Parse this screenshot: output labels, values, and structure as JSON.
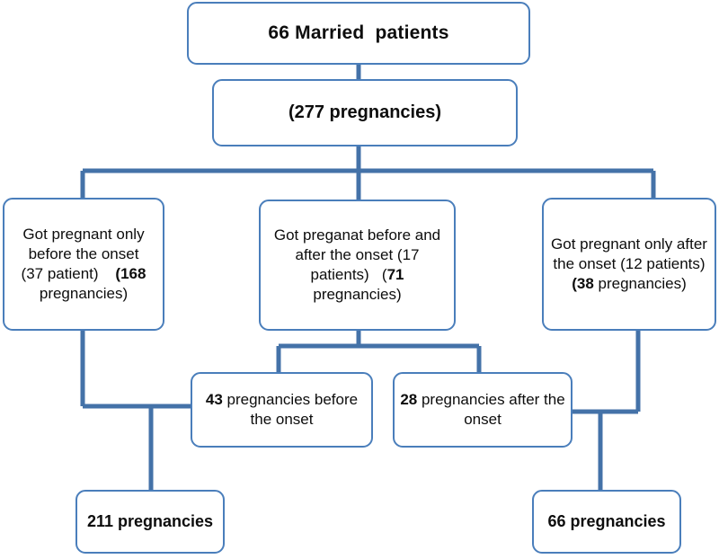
{
  "diagram": {
    "type": "flowchart",
    "title": "Pregnancy outcomes flowchart",
    "colors": {
      "box_border": "#4A7EBB",
      "connector": "#4472A8",
      "box_fill": "#FFFFFF",
      "text": "#0D0D0D"
    },
    "nodes": {
      "root": {
        "label": "66 Married  patients",
        "parts": [
          {
            "text": "66 Married  patients",
            "bold": true
          }
        ]
      },
      "pregnancies_total": {
        "label": "(277 pregnancies)",
        "parts": [
          {
            "text": "(277 pregnancies",
            "bold": true
          },
          {
            "text": ")",
            "bold": false
          }
        ]
      },
      "before_only": {
        "label": "Got pregnant only before the onset        (37 patient)    (168 pregnancies)",
        "parts": [
          {
            "text": "Got pregnant only before the onset        (37 patient)    ",
            "bold": false
          },
          {
            "text": "(168",
            "bold": true
          },
          {
            "text": " pregnancies)",
            "bold": false
          }
        ]
      },
      "before_and_after": {
        "label": "Got preganat before and after the onset (17 patients)   (71 pregnancies)",
        "parts": [
          {
            "text": "Got preganat before and after the onset (17 patients)   (",
            "bold": false
          },
          {
            "text": "71",
            "bold": true
          },
          {
            "text": " pregnancies)",
            "bold": false
          }
        ]
      },
      "after_only": {
        "label": "Got pregnant only after the onset (12 patients) (38 pregnancies)",
        "parts": [
          {
            "text": "Got pregnant only after the onset (12 patients) ",
            "bold": false
          },
          {
            "text": "(38",
            "bold": true
          },
          {
            "text": " pregnancies)",
            "bold": false
          }
        ]
      },
      "split_before": {
        "label": "43 pregnancies before the onset",
        "parts": [
          {
            "text": "43",
            "bold": true
          },
          {
            "text": " pregnancies before the onset",
            "bold": false
          }
        ]
      },
      "split_after": {
        "label": "28 pregnancies after the onset",
        "parts": [
          {
            "text": "28",
            "bold": true
          },
          {
            "text": " pregnancies after the onset",
            "bold": false
          }
        ]
      },
      "total_before": {
        "label": "211 pregnancies",
        "parts": [
          {
            "text": "211 pregnancies",
            "bold": true
          }
        ]
      },
      "total_after": {
        "label": "66 pregnancies",
        "parts": [
          {
            "text": "66 pregnancies",
            "bold": true
          }
        ]
      }
    }
  },
  "chart_data": {
    "type": "diagram",
    "title": "66 Married patients - 277 pregnancies breakdown",
    "totals": {
      "married_patients": 66,
      "total_pregnancies": 277
    },
    "branches": [
      {
        "name": "Got pregnant only before the onset",
        "patients": 37,
        "pregnancies": 168
      },
      {
        "name": "Got preganat before and after the onset",
        "patients": 17,
        "pregnancies": 71,
        "children": [
          {
            "name": "pregnancies before the onset",
            "pregnancies": 43
          },
          {
            "name": "pregnancies after the onset",
            "pregnancies": 28
          }
        ]
      },
      {
        "name": "Got pregnant only after the onset",
        "patients": 12,
        "pregnancies": 38
      }
    ],
    "aggregates": [
      {
        "name": "211 pregnancies",
        "value": 211,
        "sources": [
          168,
          43
        ]
      },
      {
        "name": "66 pregnancies",
        "value": 66,
        "sources": [
          38,
          28
        ]
      }
    ]
  }
}
